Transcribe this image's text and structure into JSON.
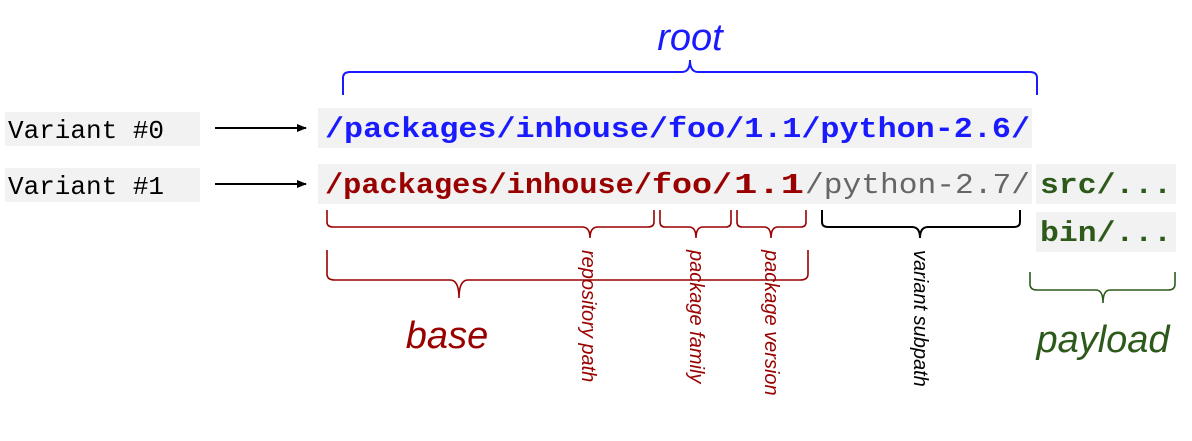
{
  "labels": {
    "root": "root",
    "base": "base",
    "payload": "payload",
    "repository_path": "repository path",
    "package_family": "package family",
    "package_version": "package version",
    "variant_subpath": "variant subpath"
  },
  "variants": [
    {
      "label": "Variant #0",
      "path": "/packages/inhouse/foo/1.1/python-2.6/"
    },
    {
      "label": "Variant #1",
      "path_repo": "/packages/inhouse/",
      "path_family": "foo/",
      "path_version": "1.1",
      "path_subpath": "/python-2.7/"
    }
  ],
  "payload_items": [
    "src/...",
    "bin/..."
  ],
  "colors": {
    "blue": "#1a1aff",
    "dark_red": "#990000",
    "gray": "#666666",
    "green": "#2d5a1b",
    "black": "#000000",
    "label_bg": "#f2f2f2"
  }
}
